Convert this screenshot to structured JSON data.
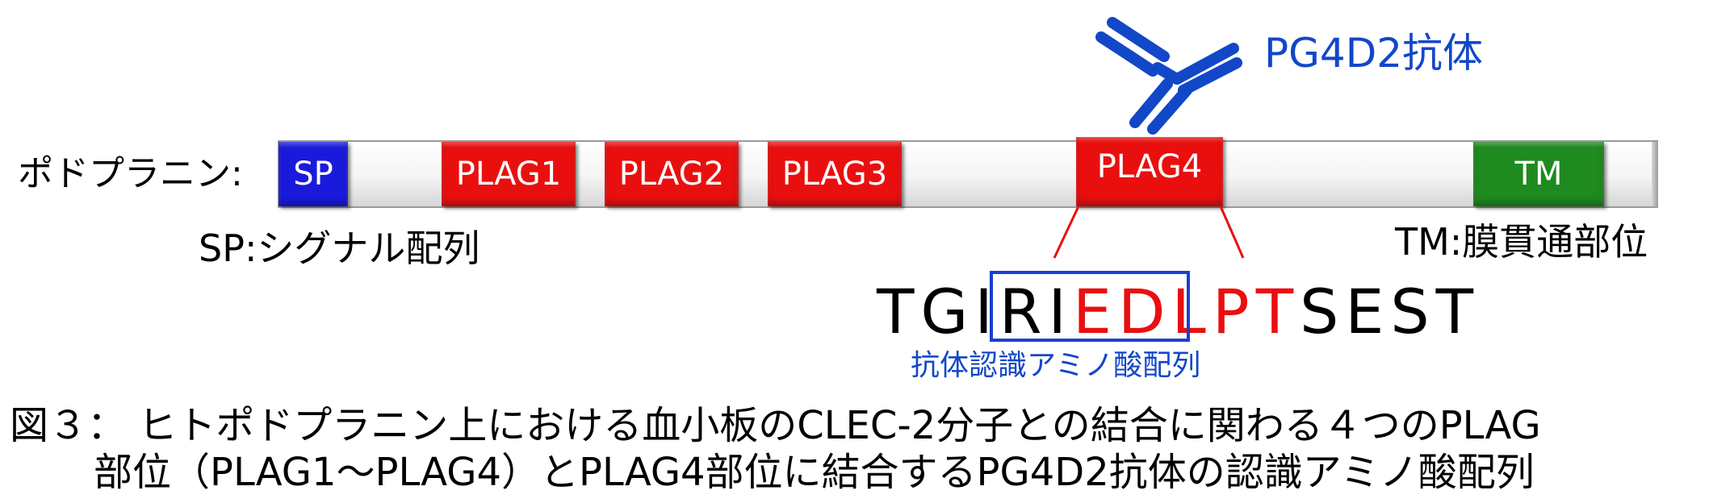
{
  "protein_label": "ポドプラニン:",
  "domains": [
    {
      "label": "SP",
      "color": "#1a1adc"
    },
    {
      "label": "PLAG1",
      "color": "#ea0f0f"
    },
    {
      "label": "PLAG2",
      "color": "#ea0f0f"
    },
    {
      "label": "PLAG3",
      "color": "#ea0f0f"
    },
    {
      "label": "PLAG4",
      "color": "#ea0f0f"
    },
    {
      "label": "TM",
      "color": "#1f8a1f"
    }
  ],
  "definitions": {
    "sp": "SP:シグナル配列",
    "tm": "TM:膜貫通部位"
  },
  "antibody": {
    "label": "PG4D2抗体",
    "color": "#1247c8"
  },
  "sequence": {
    "segments": [
      {
        "text": "TGI",
        "color": "#000000"
      },
      {
        "text": "RI",
        "color": "#000000"
      },
      {
        "text": "EDL",
        "color": "#ea0f0f"
      },
      {
        "text": "PT",
        "color": "#ea0f0f"
      },
      {
        "text": "SEST",
        "color": "#000000"
      }
    ],
    "recognition_label": "抗体認識アミノ酸配列",
    "recognition_color": "#1247c8"
  },
  "caption": {
    "line1": "図３： ヒトポドプラニン上における血小板のCLEC-2分子との結合に関わる４つのPLAG",
    "line2": "部位（PLAG1〜PLAG4）とPLAG4部位に結合するPG4D2抗体の認識アミノ酸配列"
  }
}
